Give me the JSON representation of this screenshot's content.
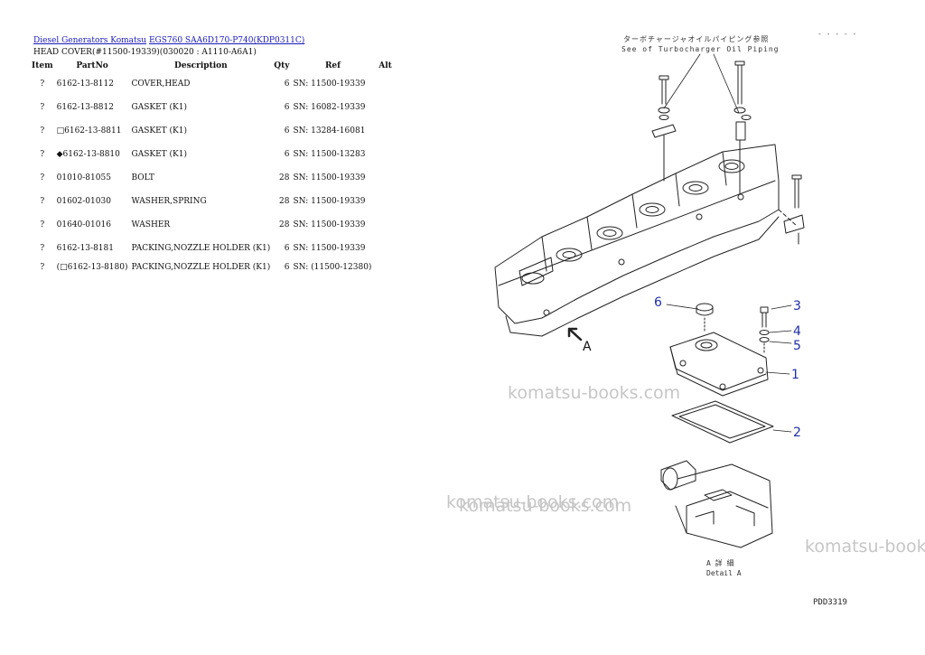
{
  "breadcrumb": {
    "link1": "Diesel Generators Komatsu",
    "link2": "EGS760 SAA6D170-P740(KDP0311C)"
  },
  "subtitle": "HEAD COVER(#11500-19339)(030020 : A1110-A6A1)",
  "table": {
    "headers": [
      "Item",
      "PartNo",
      "Description",
      "Qty",
      "Ref",
      "Alt"
    ],
    "rows": [
      {
        "item": "?",
        "part": "6162-13-8112",
        "desc": "COVER,HEAD",
        "qty": "6",
        "ref": "SN: 11500-19339",
        "alt": ""
      },
      {
        "item": "?",
        "part": "6162-13-8812",
        "desc": "GASKET (K1)",
        "qty": "6",
        "ref": "SN: 16082-19339",
        "alt": ""
      },
      {
        "item": "?",
        "part": "□6162-13-8811",
        "desc": "GASKET (K1)",
        "qty": "6",
        "ref": "SN: 13284-16081",
        "alt": ""
      },
      {
        "item": "?",
        "part": "◆6162-13-8810",
        "desc": "GASKET (K1)",
        "qty": "6",
        "ref": "SN: 11500-13283",
        "alt": ""
      },
      {
        "item": "?",
        "part": "01010-81055",
        "desc": "BOLT",
        "qty": "28",
        "ref": "SN: 11500-19339",
        "alt": ""
      },
      {
        "item": "?",
        "part": "01602-01030",
        "desc": "WASHER,SPRING",
        "qty": "28",
        "ref": "SN: 11500-19339",
        "alt": ""
      },
      {
        "item": "?",
        "part": "01640-01016",
        "desc": "WASHER",
        "qty": "28",
        "ref": "SN: 11500-19339",
        "alt": ""
      },
      {
        "item": "?",
        "part": "6162-13-8181",
        "desc": "PACKING,NOZZLE HOLDER (K1)",
        "qty": "6",
        "ref": "SN: 11500-19339",
        "alt": ""
      },
      {
        "item": "?",
        "part": "(□6162-13-8180)",
        "desc": "PACKING,NOZZLE HOLDER (K1)",
        "qty": "6",
        "ref": "SN: (11500-12380)",
        "alt": ""
      }
    ]
  },
  "diagram": {
    "note_jp": "ターボチャージャオイルパイピング参照",
    "note_en": "See of Turbocharger Oil Piping",
    "corner_mark": "- - - -  -",
    "callouts": [
      "1",
      "2",
      "3",
      "4",
      "5",
      "6"
    ],
    "view_label": "A",
    "detail_jp": "A  詳 細",
    "detail_en": "Detail A",
    "figure_code": "PDD3319"
  },
  "watermark": {
    "text1": "komatsu-books.com",
    "text2": "komatsu-books.com",
    "text3": "komatsu-books.com",
    "text4": "komatsu-books.com"
  }
}
